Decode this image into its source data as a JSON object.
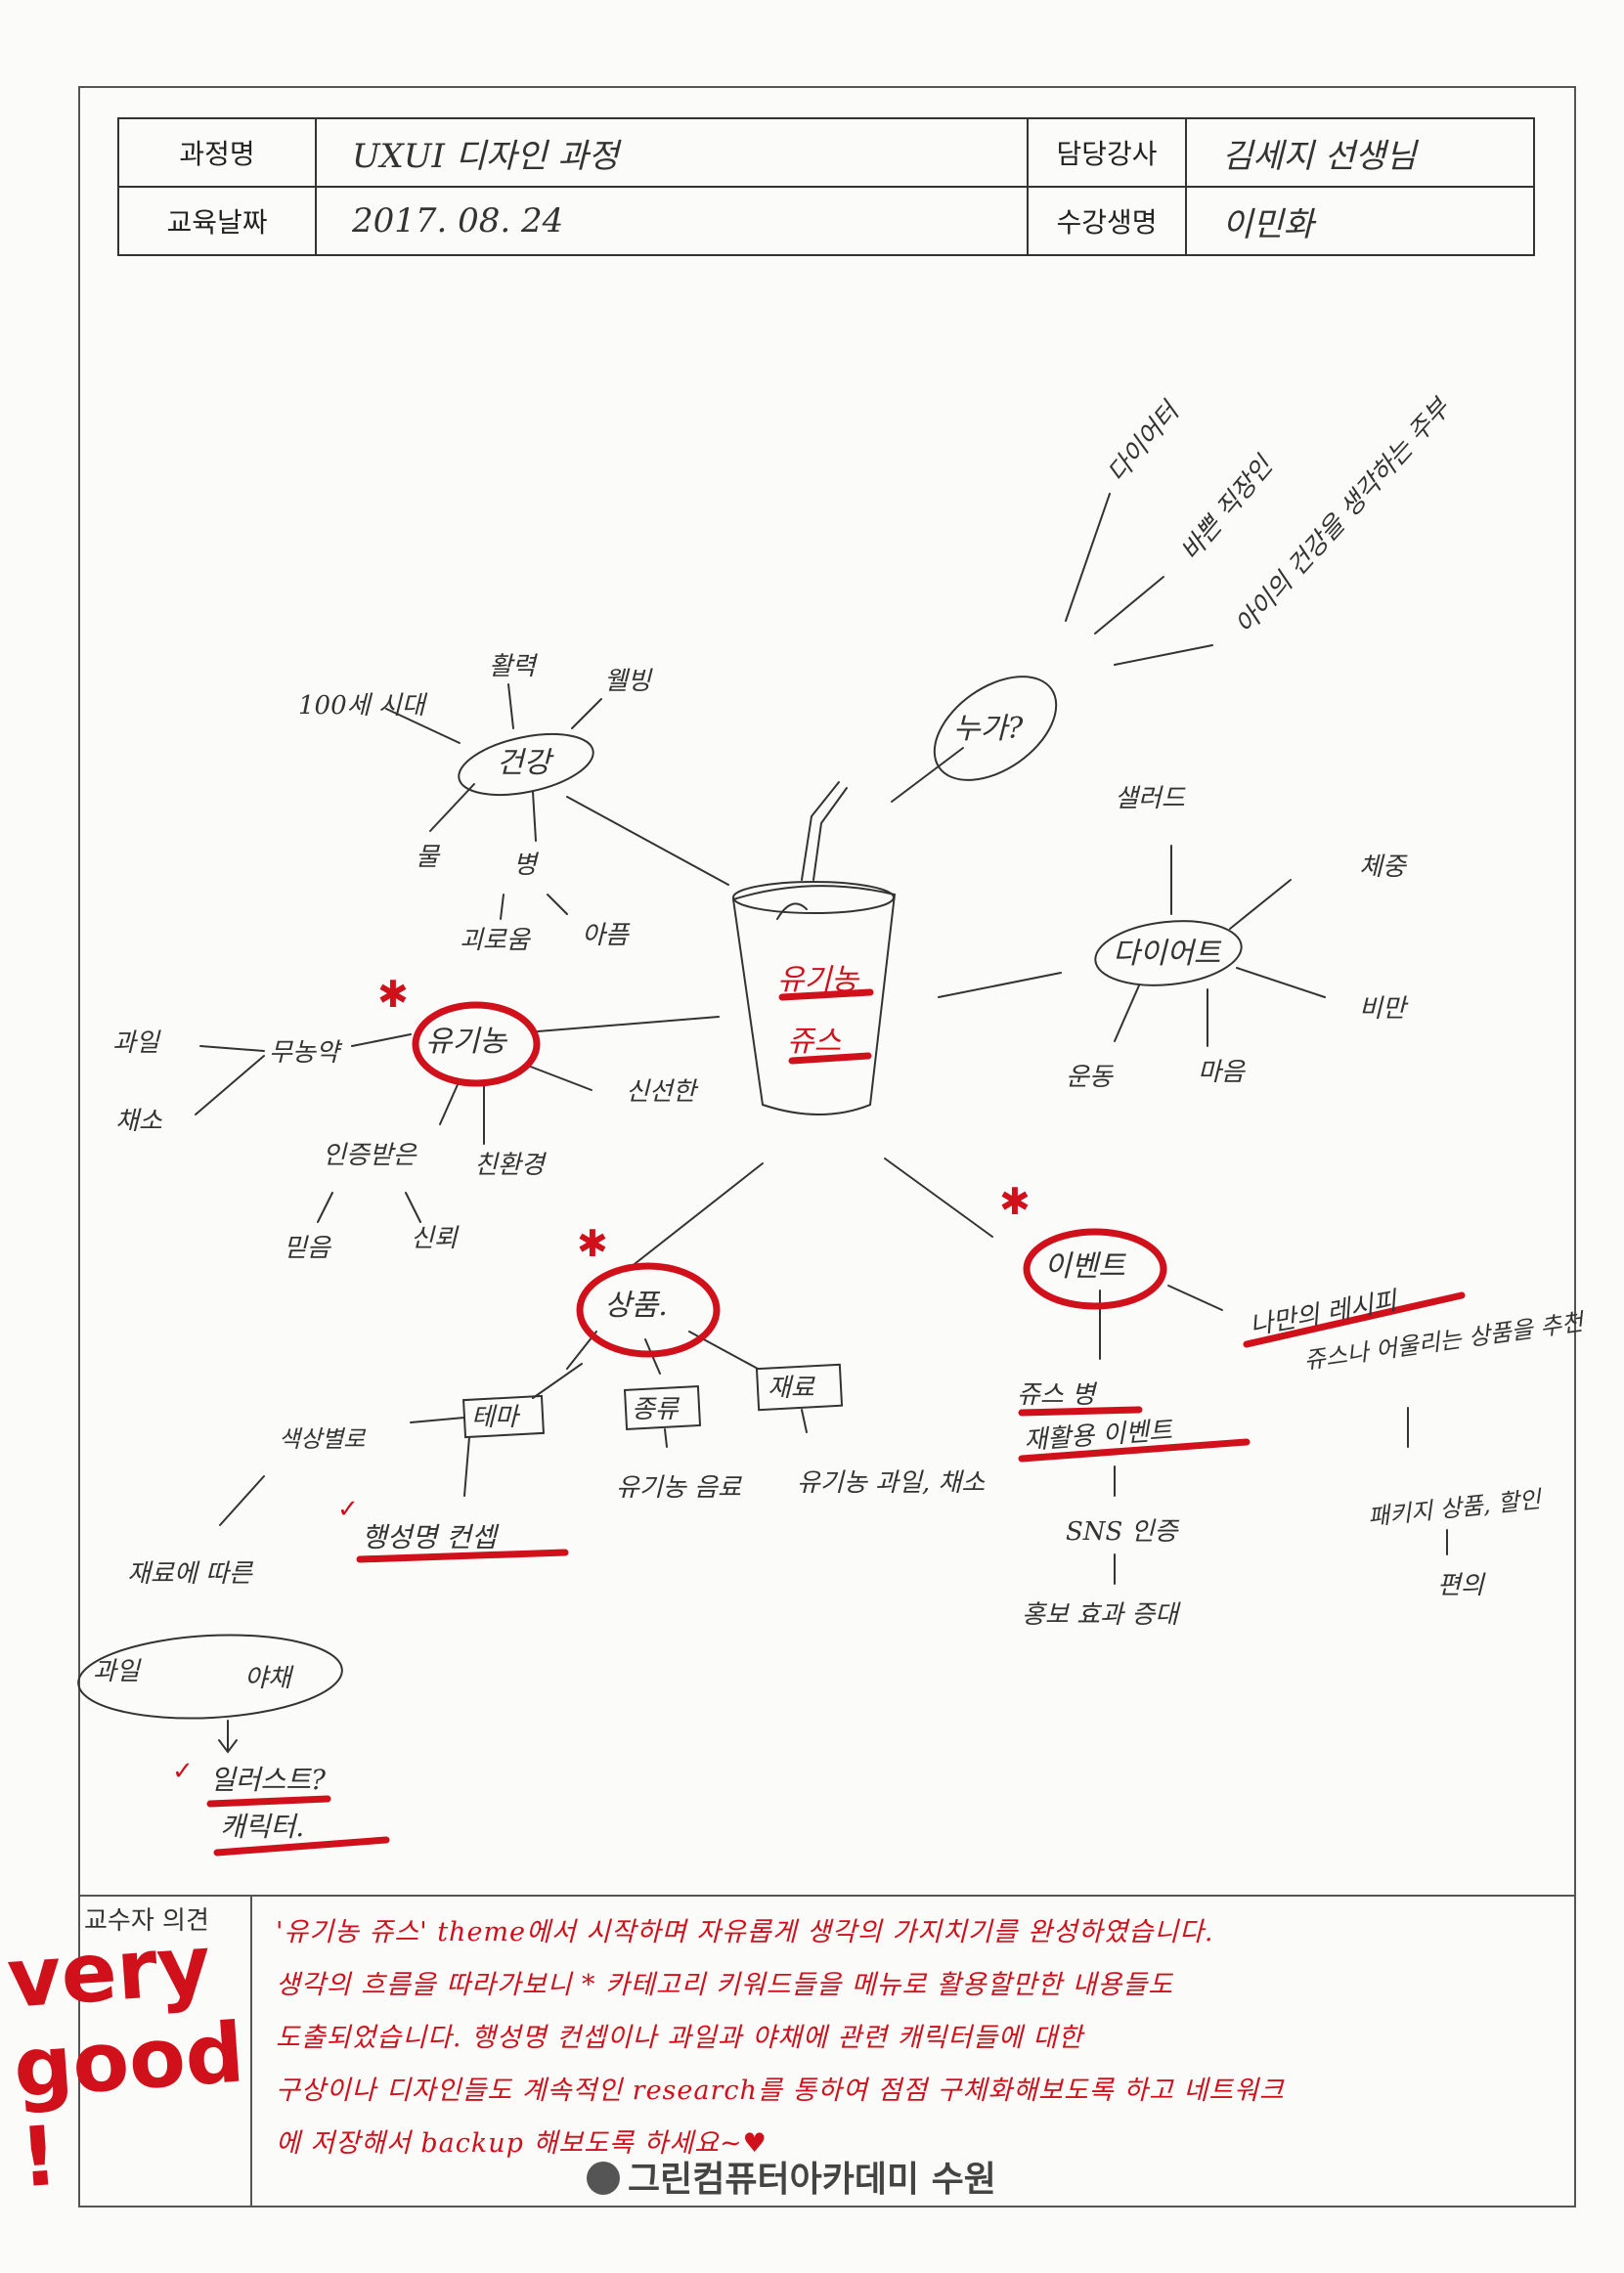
{
  "header": {
    "course_label": "과정명",
    "course_value": "UXUI 디자인 과정",
    "date_label": "교육날짜",
    "date_value": "2017. 08. 24",
    "instructor_label": "담당강사",
    "instructor_value": "김세지 선생님",
    "student_label": "수강생명",
    "student_value": "이민화"
  },
  "mindmap": {
    "center": [
      "유기농",
      "쥬스"
    ],
    "health": {
      "label": "건강",
      "items": [
        "100세 시대",
        "활력",
        "웰빙",
        "물",
        "병",
        "괴로움",
        "아픔"
      ]
    },
    "who": {
      "label": "누가?",
      "items": [
        "다이어터",
        "바쁜 직장인",
        "아이의 건강을 생각하는 주부"
      ]
    },
    "diet": {
      "label": "다이어트",
      "items": [
        "샐러드",
        "체중",
        "비만",
        "운동",
        "마음"
      ]
    },
    "organic": {
      "label": "유기농",
      "items": [
        "무농약",
        "과일",
        "채소",
        "신선한",
        "인증받은",
        "친환경",
        "믿음",
        "신뢰"
      ]
    },
    "product": {
      "label": "상품.",
      "items": [
        "색상별로",
        "테마",
        "종류",
        "재료",
        "행성명 컨셉",
        "유기농 음료",
        "유기농 과일, 채소",
        "재료에 따른",
        "과일",
        "야채",
        "일러스트?",
        "캐릭터."
      ]
    },
    "event": {
      "label": "이벤트",
      "items": [
        "나만의 레시피",
        "쥬스 병",
        "재활용 이벤트",
        "SNS 인증",
        "홍보 효과 증대",
        "쥬스나 어울리는 상품을 추천",
        "패키지 상품, 할인",
        "편의"
      ]
    }
  },
  "comment": {
    "label": "교수자 의견",
    "lines": [
      "'유기농 쥬스' theme에서 시작하며 자유롭게 생각의 가지치기를 완성하였습니다.",
      "생각의 흐름을 따라가보니 * 카테고리 키워드들을 메뉴로 활용할만한 내용들도",
      "도출되었습니다. 행성명 컨셉이나 과일과 야채에 관련 캐릭터들에 대한",
      "구상이나 디자인들도 계속적인 research를 통하여 점점 구체화해보도록 하고 네트워크",
      "에 저장해서 backup 해보도록 하세요~♥"
    ],
    "stamp": "very good !"
  },
  "footer": {
    "academy": "그린컴퓨터아카데미 수원"
  },
  "colors": {
    "ink": "#333333",
    "red": "#d0101a",
    "paper": "#fbfbfa"
  }
}
